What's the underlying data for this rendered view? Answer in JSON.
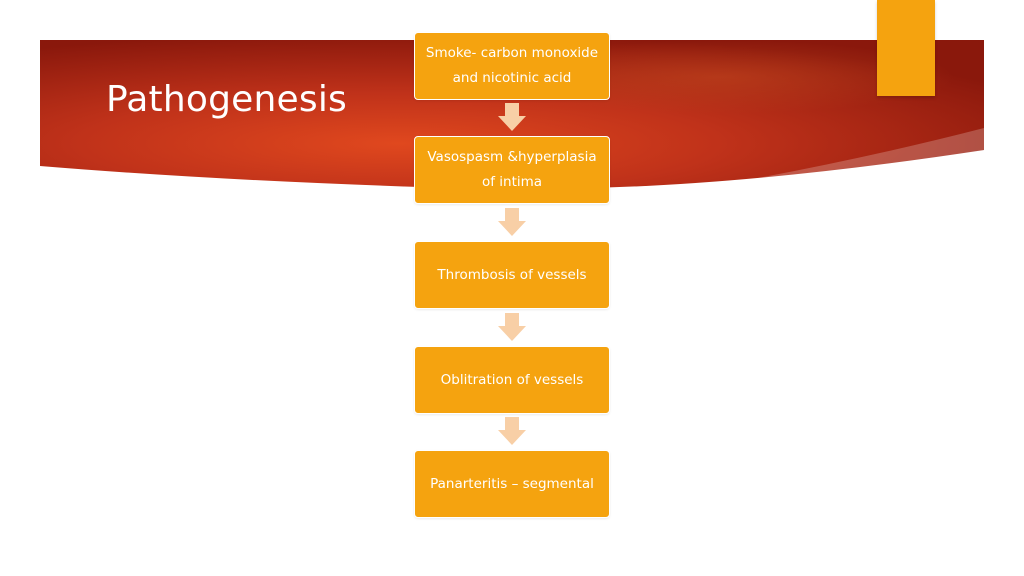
{
  "slide": {
    "title": "Pathogenesis"
  },
  "flow": {
    "steps": [
      {
        "label": "Smoke- carbon monoxide\nand nicotinic acid"
      },
      {
        "label": "Vasospasm &hyperplasia\nof intima"
      },
      {
        "label": "Thrombosis of vessels"
      },
      {
        "label": "Oblitration of vessels"
      },
      {
        "label": "Panarteritis – segmental"
      }
    ]
  },
  "colors": {
    "banner_dark": "#8e1a0c",
    "banner_light": "#d8401c",
    "box_fill": "#f5a30f",
    "arrow_fill": "#f8cfa6",
    "accent": "#f5a30f"
  }
}
